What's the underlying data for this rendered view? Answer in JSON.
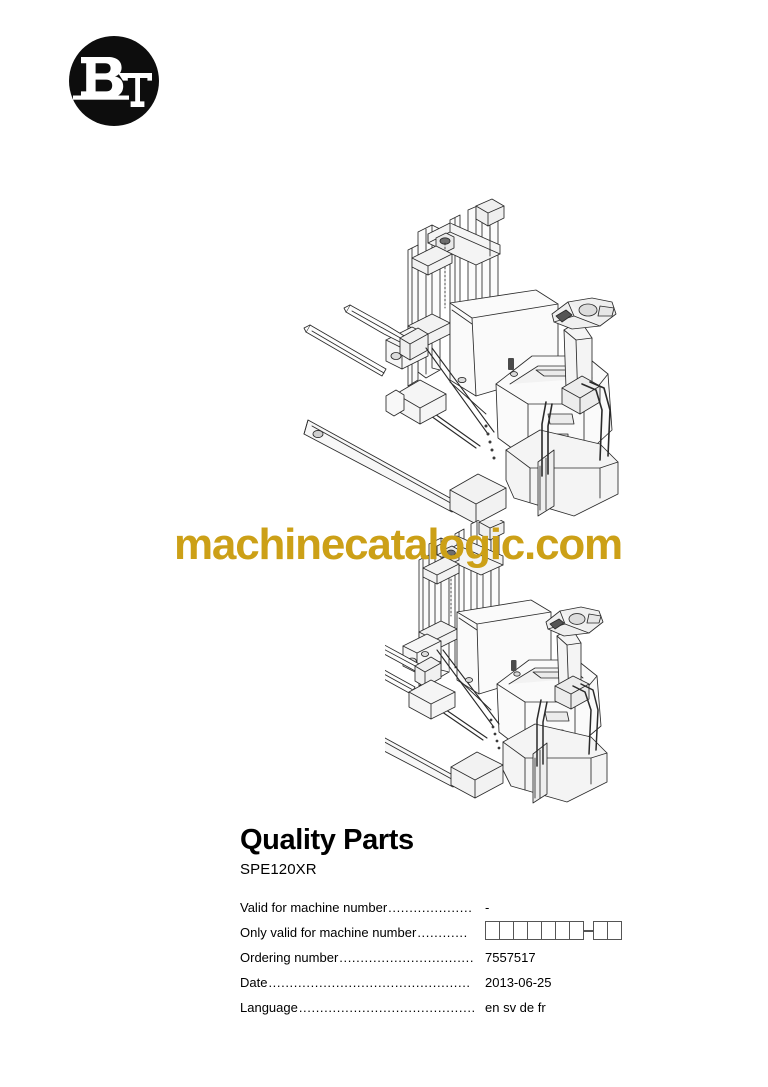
{
  "brand": {
    "logo_name": "bt-logo",
    "logo_letters_primary": "B",
    "logo_letters_secondary": "T"
  },
  "watermark": {
    "text": "machinecatalogic.com",
    "color": "#cca017"
  },
  "illustrations": [
    {
      "name": "pallet-stacker-illustration-top",
      "caption": "BT SPE120XR electric pedestrian pallet stacker, isometric line drawing, forks raised"
    },
    {
      "name": "pallet-stacker-illustration-bottom",
      "caption": "BT SPE120XR electric pedestrian pallet stacker, isometric line drawing, forks lowered"
    }
  ],
  "title_block": {
    "title": "Quality Parts",
    "model": "SPE120XR",
    "specs": [
      {
        "label": "Valid for machine number",
        "leader": "....................",
        "value": "-",
        "type": "text",
        "name": "valid-for-machine-number"
      },
      {
        "label": "Only valid for machine number",
        "leader": "............",
        "value": "",
        "type": "boxes",
        "boxes_before_dash": 7,
        "boxes_after_dash": 2,
        "name": "only-valid-for-machine-number"
      },
      {
        "label": "Ordering number ",
        "leader": "................................",
        "value": "7557517",
        "type": "text",
        "name": "ordering-number"
      },
      {
        "label": "Date ",
        "leader": "................................................",
        "value": "2013-06-25",
        "type": "text",
        "name": "date"
      },
      {
        "label": "Language",
        "leader": ".............................................",
        "value": "en sv de fr",
        "type": "text",
        "name": "language"
      }
    ]
  }
}
